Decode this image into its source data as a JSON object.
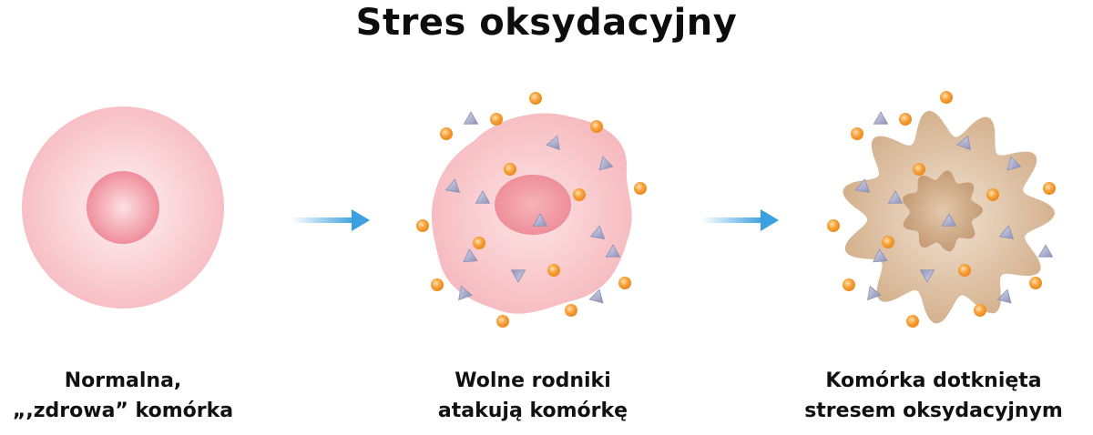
{
  "title": "Stres oksydacyjny",
  "stages": [
    {
      "caption_lines": [
        "Normalna,",
        "„,zdrowa” komórka"
      ]
    },
    {
      "caption_lines": [
        "Wolne rodniki",
        "atakują komórkę"
      ]
    },
    {
      "caption_lines": [
        "Komórka dotknięta",
        "stresem oksydacyjnym"
      ]
    }
  ],
  "colors": {
    "healthy_cell": "#f8c6cb",
    "healthy_nucleus": "#f08f9d",
    "attacked_cell": "#f9c3c6",
    "stressed_cell": "#d8b692",
    "stressed_nucleus": "#c9a07a",
    "free_radical_orb": "#f5a03a",
    "free_radical_triangle": "#9fa3c4",
    "arrow": "#3aa0e0"
  },
  "icons": [
    "arrow-right-icon",
    "radical-orb-icon",
    "radical-triangle-icon"
  ]
}
